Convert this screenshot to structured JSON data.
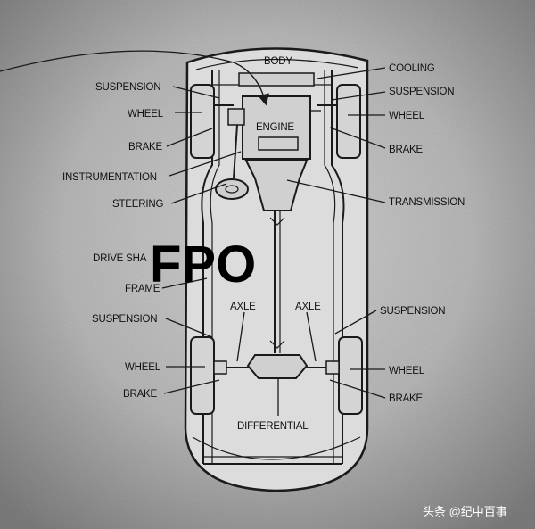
{
  "labels": {
    "body": "BODY",
    "cooling": "COOLING",
    "suspension_front_left": "SUSPENSION",
    "suspension_front_right": "SUSPENSION",
    "wheel_front_left": "WHEEL",
    "wheel_front_right": "WHEEL",
    "engine": "ENGINE",
    "brake_front_left": "BRAKE",
    "brake_front_right": "BRAKE",
    "instrumentation": "INSTRUMENTATION",
    "steering": "STEERING",
    "transmission": "TRANSMISSION",
    "drive_shaft": "DRIVE SHA",
    "frame": "FRAME",
    "suspension_rear_left": "SUSPENSION",
    "suspension_rear_right": "SUSPENSION",
    "axle_left": "AXLE",
    "axle_right": "AXLE",
    "wheel_rear_left": "WHEEL",
    "wheel_rear_right": "WHEEL",
    "brake_rear_left": "BRAKE",
    "brake_rear_right": "BRAKE",
    "differential": "DIFFERENTIAL"
  },
  "placeholder": "FPO",
  "watermark": "头条 @纪中百事",
  "colors": {
    "background": "#8a8a8a",
    "ink": "#1a1a1a",
    "body_fill": "#dcdcdc"
  }
}
